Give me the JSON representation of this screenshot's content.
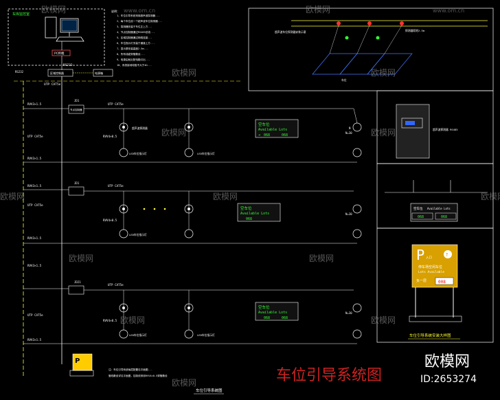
{
  "watermark": {
    "brand": "欧模网",
    "site": "www.om.cn"
  },
  "diagram": {
    "title_red": "车位引导系统图",
    "title_bottom": "车位引导系统图",
    "title_install": "车位引导系统安装大样图",
    "id_brand": "欧模网",
    "id_number": "ID:2653274",
    "control_room": "车库监控室",
    "pc_label": "PC终端",
    "rs232": "RS232",
    "utp": "UTP CAT5e",
    "rvv": "RVV3×1.5",
    "rvv2": "RVV4×0.5",
    "node_controller": "节点控制器",
    "zone_controller": "区域控制器",
    "detector": "超声波探测器",
    "led": "LED车位指示灯",
    "sign_cn": "空车位",
    "sign_en": "Available Lots",
    "sign_count": "068",
    "floor_label": "负一层",
    "park_cn": "停车场空闲车位",
    "park_en": "Lots Available",
    "park_count": "008",
    "jd1": "JD1",
    "jd2": "JD21",
    "n_label": "N",
    "n30": "N=30",
    "notes": [
      "1、车位引导系统采用超声波探测器...",
      "2、每个车位设一个超声波车位探测器...",
      "3、探测器安装于车位正上方...",
      "4、节点控制器通过RS485总线...",
      "5、区域控制器通过网络连接...",
      "6、车位指示灯安装于通道上方...",
      "7、显示屏安装高度2.5m...",
      "8、所有线缆穿管敷设...",
      "9、电源由就近配电箱引出...",
      "10、系统接地电阻不大于4Ω..."
    ]
  }
}
